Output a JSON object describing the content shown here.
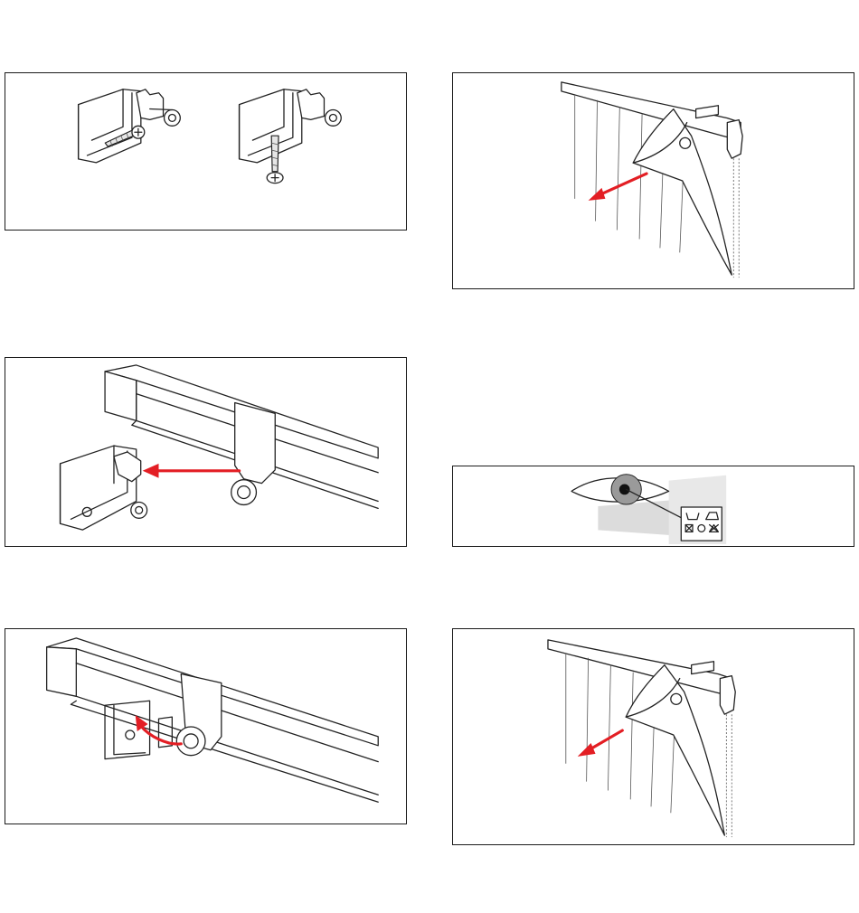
{
  "colors": {
    "arrow": "#e31e24",
    "line": "#222222",
    "shade": "#e6e6e6"
  },
  "panels": [
    {
      "step": "bracket-screw-mounting",
      "icons": [
        "wall-bracket-icon",
        "screw-icon"
      ]
    },
    {
      "step": "blind-fabric-pull",
      "icons": [
        "roller-blind-icon",
        "pull-arrow-icon",
        "bead-chain-icon"
      ]
    },
    {
      "step": "rail-slide-into-bracket",
      "icons": [
        "rail-icon",
        "wall-bracket-icon",
        "slide-arrow-icon"
      ]
    },
    {
      "step": "check-care-label",
      "icons": [
        "eye-icon",
        "care-label-icon"
      ]
    },
    {
      "step": "rail-clip-rotate",
      "icons": [
        "rail-icon",
        "wall-bracket-icon",
        "curved-arrow-icon"
      ]
    },
    {
      "step": "blind-fabric-pull-repeat",
      "icons": [
        "roller-blind-icon",
        "pull-arrow-icon",
        "bead-chain-icon"
      ]
    }
  ]
}
